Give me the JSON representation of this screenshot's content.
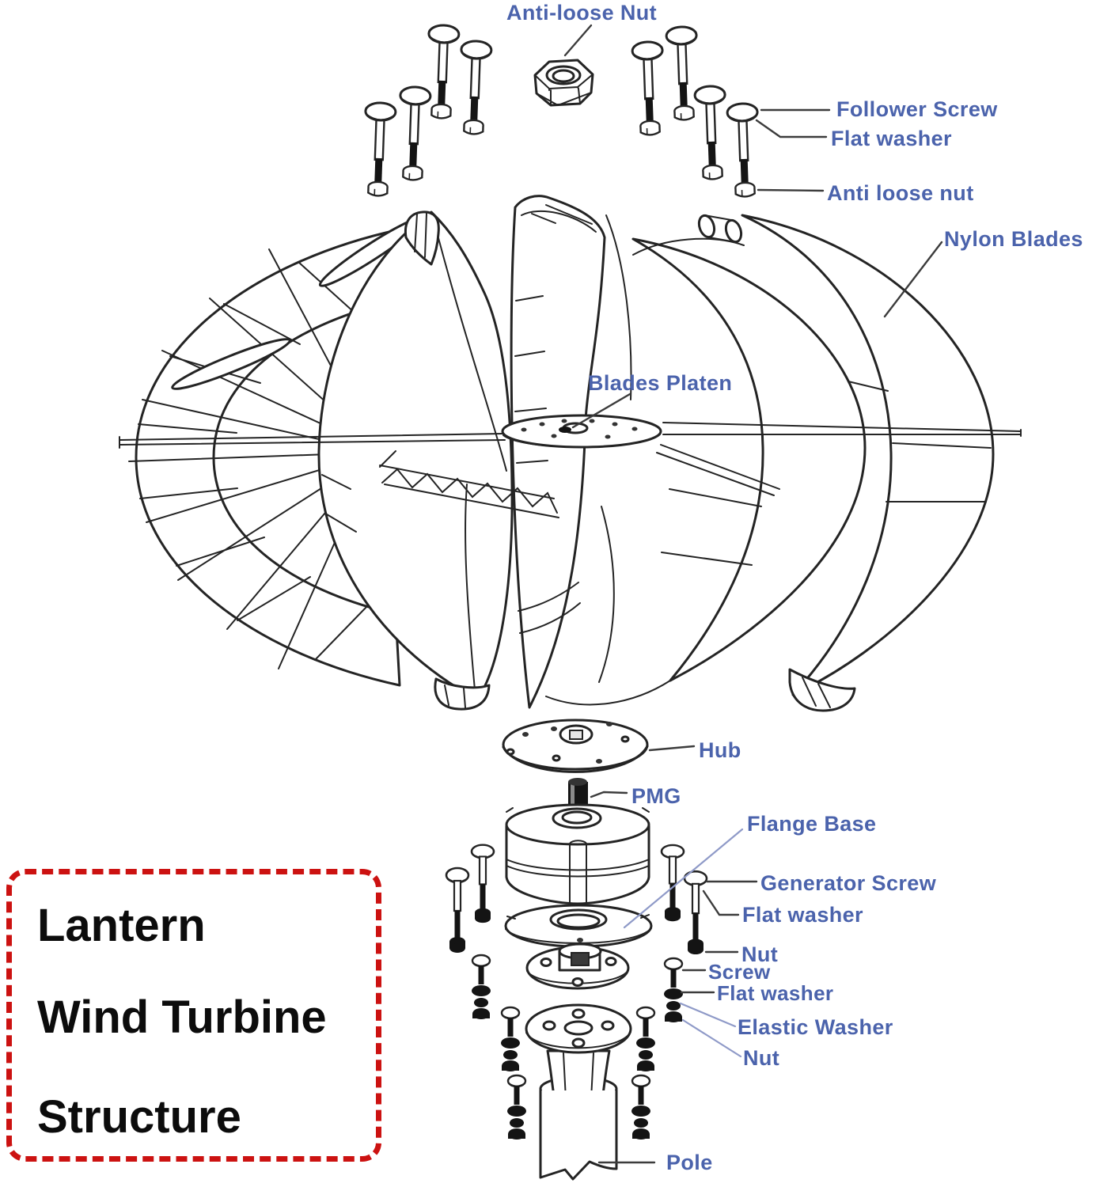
{
  "colors": {
    "label": "#4b63ac",
    "leader": "#3c3c3c",
    "leader_alt": "#8f9ac8",
    "line": "#242424",
    "badge_border": "#cc1211"
  },
  "badge": {
    "lines": [
      "Lantern",
      "Wind Turbine",
      "Structure"
    ]
  },
  "diagram": {
    "title": "Lantern Wind Turbine exploded structure diagram",
    "labels": {
      "antiLooseNutTop": "Anti-loose Nut",
      "followerScrew": "Follower Screw",
      "flatWasherTop": "Flat washer",
      "antiLooseNutRight": "Anti loose nut",
      "nylonBlades": "Nylon Blades",
      "bladesPlaten": "Blades Platen",
      "hub": "Hub",
      "pmg": "PMG",
      "flangeBase": "Flange Base",
      "generatorScrew": "Generator Screw",
      "flatWasherMid": "Flat washer",
      "nutMid": "Nut",
      "screw": "Screw",
      "flatWasherLow": "Flat washer",
      "elasticWasher": "Elastic Washer",
      "nutLow": "Nut",
      "pole": "Pole"
    }
  }
}
